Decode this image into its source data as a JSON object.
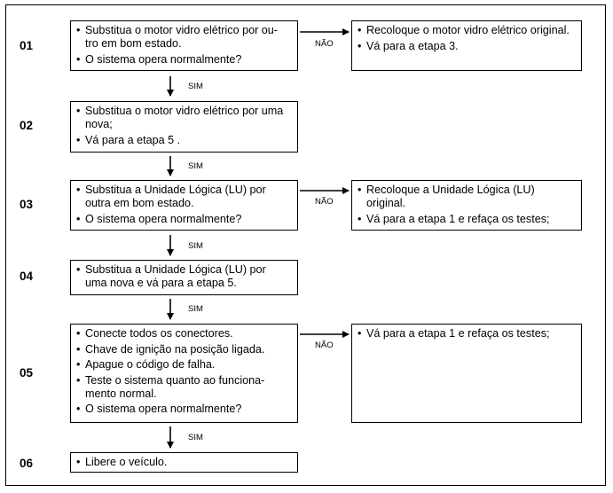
{
  "steps": [
    {
      "number": "01",
      "items": [
        "Substitua o motor vidro elétrico por ou-\ntro em bom estado.",
        "O sistema opera normalmente?"
      ]
    },
    {
      "number": "02",
      "items": [
        "Substitua o motor vidro elétrico por uma\nnova;",
        "Vá para a etapa 5 ."
      ]
    },
    {
      "number": "03",
      "items": [
        "Substitua a Unidade Lógica (LU) por\noutra  em bom estado.",
        "O sistema opera normalmente?"
      ]
    },
    {
      "number": "04",
      "items": [
        "Substitua a Unidade Lógica (LU) por\numa nova e vá para a etapa 5."
      ]
    },
    {
      "number": "05",
      "items": [
        "Conecte todos os conectores.",
        "Chave de ignição na posição ligada.",
        "Apague o código de falha.",
        "Teste o sistema quanto ao funciona-\nmento normal.",
        "O sistema opera normalmente?"
      ]
    },
    {
      "number": "06",
      "items": [
        "Libere o veículo."
      ]
    }
  ],
  "side_boxes": [
    {
      "items": [
        "Recoloque o motor vidro elétrico original.",
        "Vá para a etapa 3."
      ]
    },
    {
      "items": [
        "Recoloque a Unidade Lógica (LU) original.",
        "Vá para a etapa 1 e refaça os testes;"
      ]
    },
    {
      "items": [
        "Vá para a etapa 1 e refaça os testes;"
      ]
    }
  ],
  "labels": {
    "yes": "SIM",
    "no": "NÃO"
  }
}
